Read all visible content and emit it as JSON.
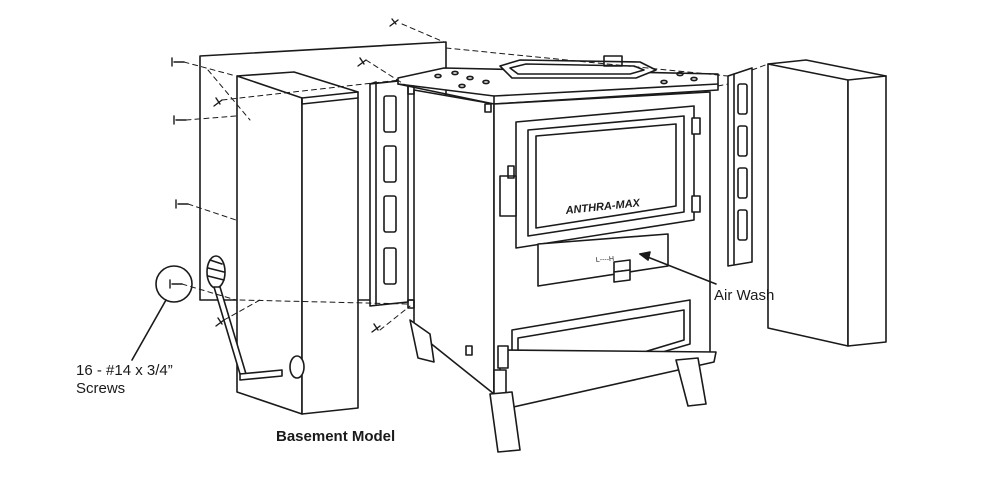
{
  "labels": {
    "screws_line1": "16 - #14 x 3/4”",
    "screws_line2": "Screws",
    "air_wash": "Air Wash",
    "caption": "Basement Model"
  },
  "stove": {
    "logo": "ANTHRA-MAX",
    "lever_scale": "L----H"
  },
  "colors": {
    "line": "#1a1a1a",
    "background": "#ffffff"
  }
}
